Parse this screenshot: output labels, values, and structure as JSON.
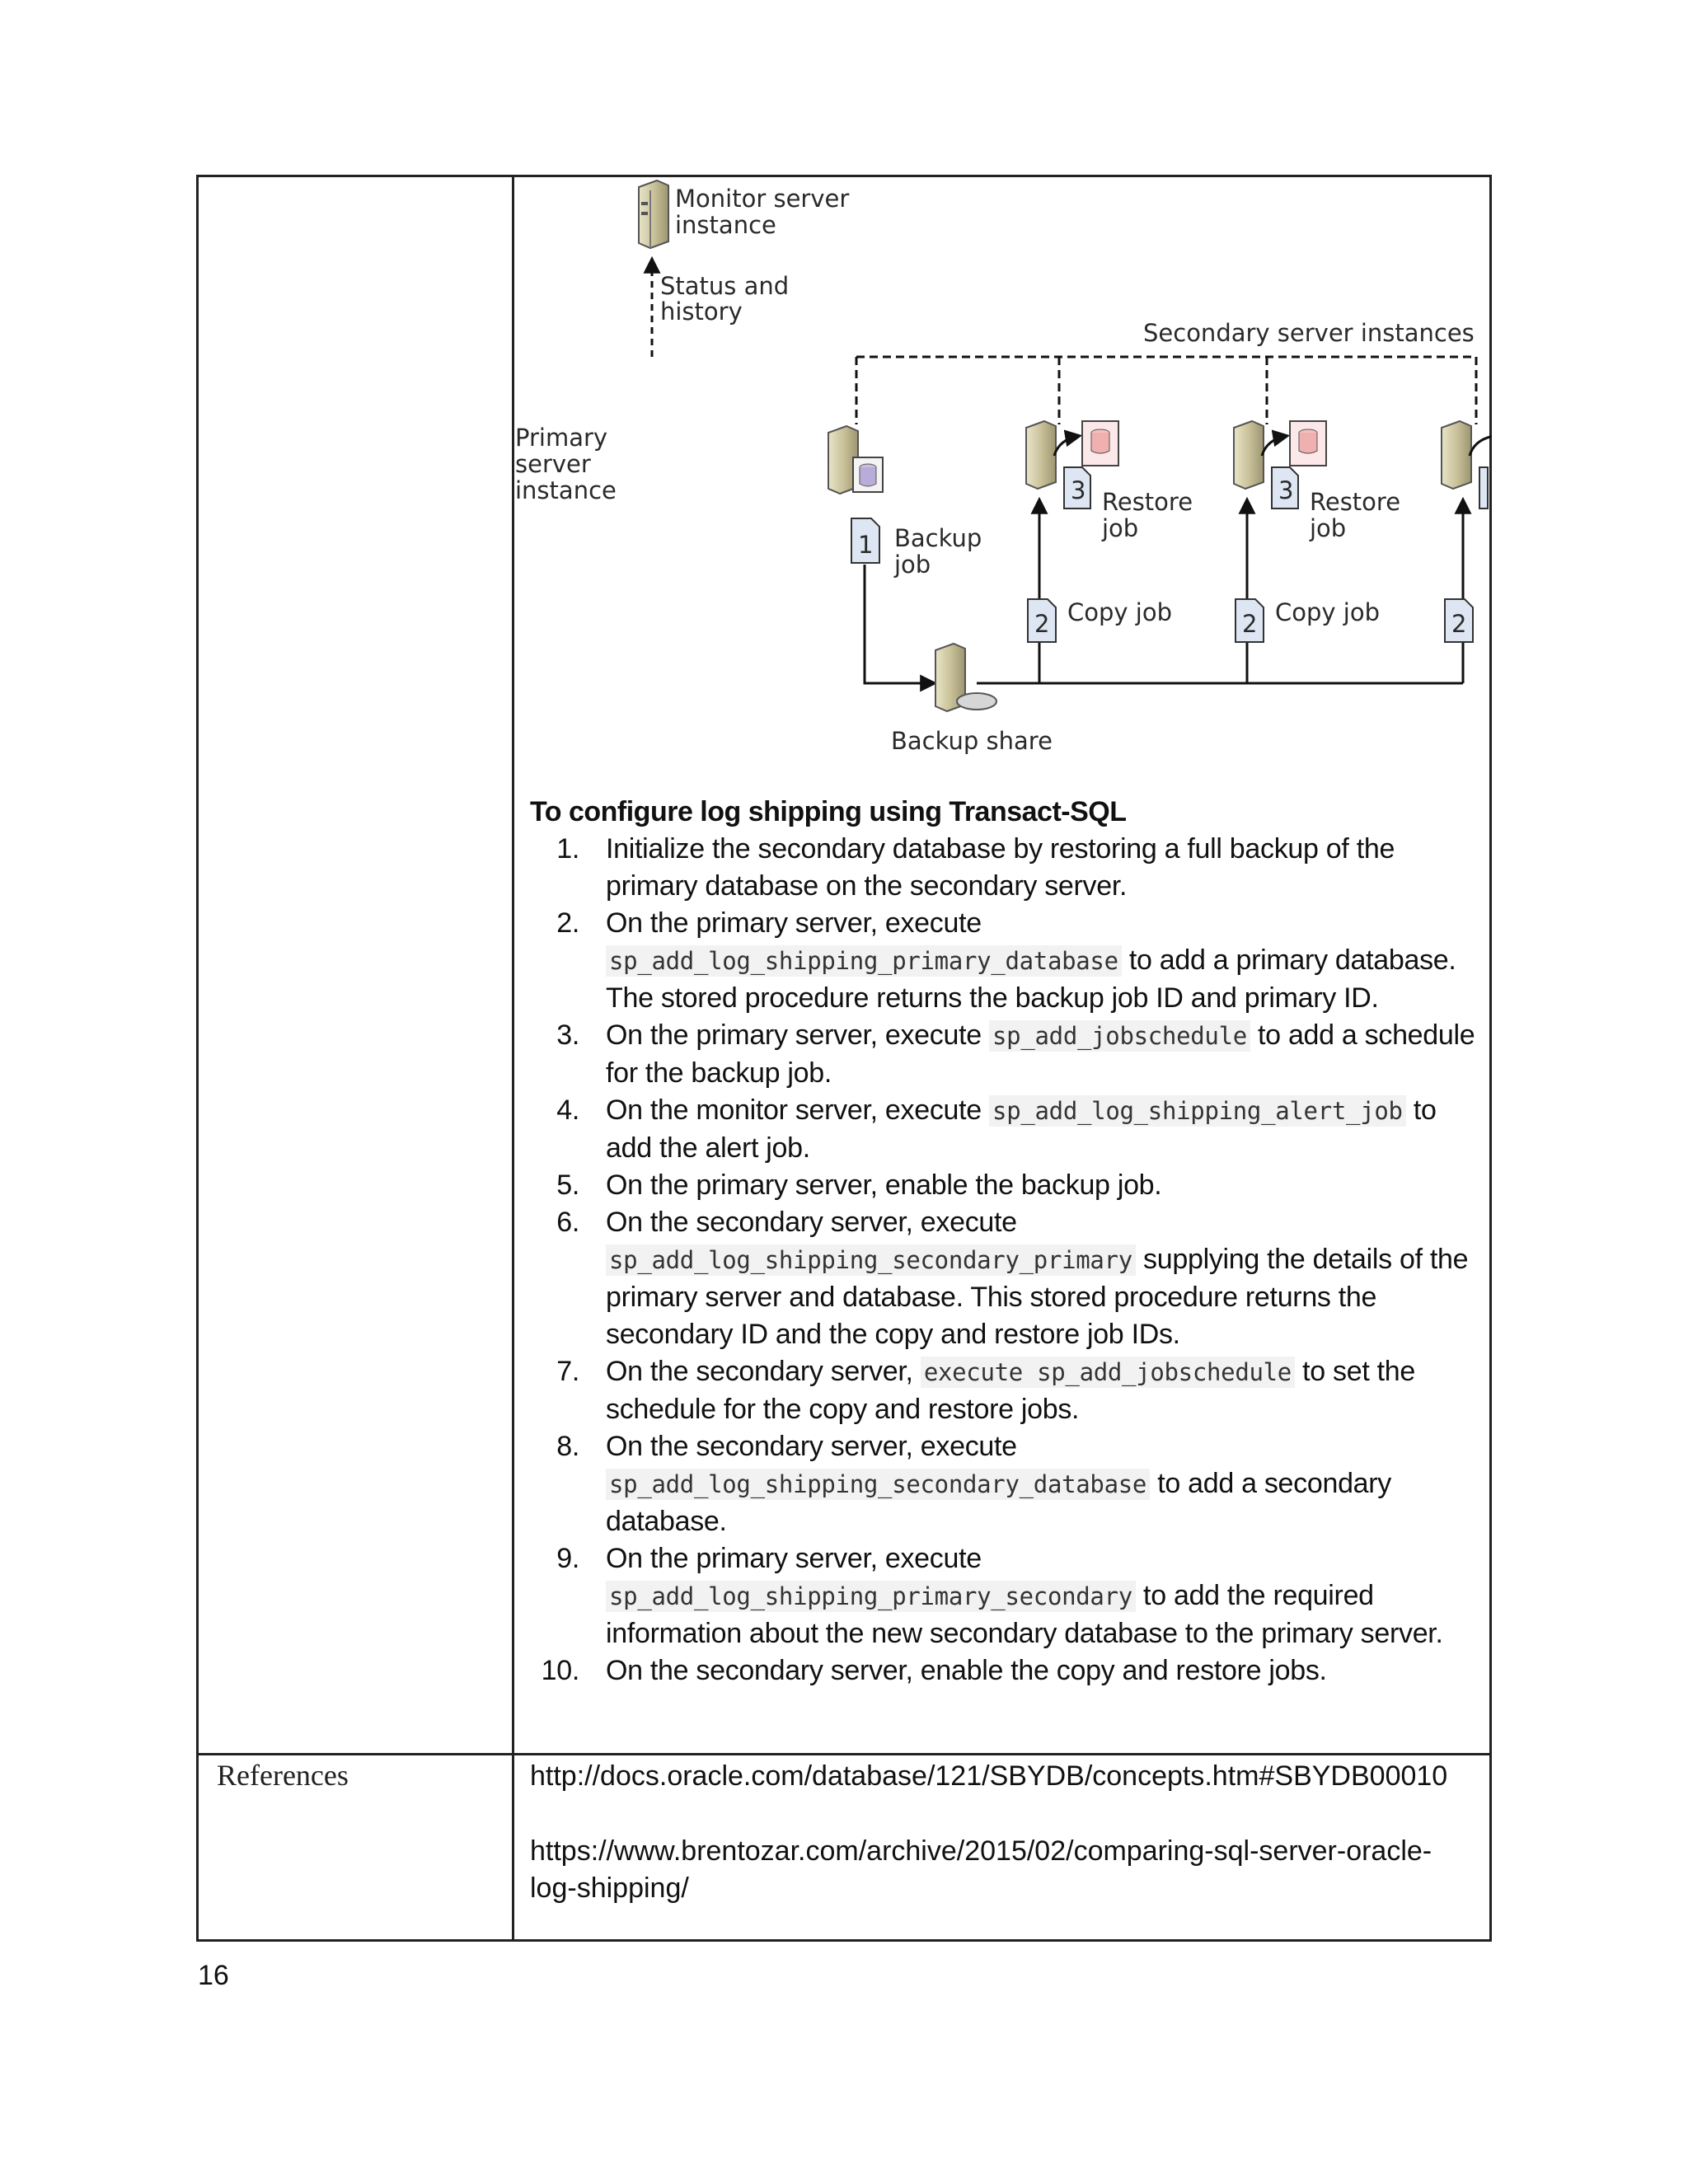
{
  "diagram": {
    "monitor_label_1": "Monitor server",
    "monitor_label_2": "instance",
    "status_label_1": "Status and",
    "status_label_2": "history",
    "secondary_instances_label": "Secondary server instances",
    "primary_label_1": "Primary",
    "primary_label_2": "server",
    "primary_label_3": "instance",
    "backup_job_num": "1",
    "backup_job_label_1": "Backup",
    "backup_job_label_2": "job",
    "restore_job_num": "3",
    "restore_job_label_1": "Restore",
    "restore_job_label_2": "job",
    "copy_job_num": "2",
    "copy_job_label": "Copy job",
    "backup_share_label": "Backup share"
  },
  "config": {
    "title": "To configure log shipping using Transact-SQL",
    "steps": [
      {
        "num": "1.",
        "pre": "Initialize the secondary database by restoring a full backup of the primary database on the secondary server.",
        "code": "",
        "post": ""
      },
      {
        "num": "2.",
        "pre": "On the primary server, execute ",
        "code": "sp_add_log_shipping_primary_database",
        "post": " to add a primary database. The stored procedure returns the backup job ID and primary ID."
      },
      {
        "num": "3.",
        "pre": "On the primary server, execute ",
        "code": "sp_add_jobschedule",
        "post": " to add a schedule for the backup job."
      },
      {
        "num": "4.",
        "pre": "On the monitor server, execute ",
        "code": "sp_add_log_shipping_alert_job",
        "post": " to add the alert job."
      },
      {
        "num": "5.",
        "pre": "On the primary server, enable the backup job.",
        "code": "",
        "post": ""
      },
      {
        "num": "6.",
        "pre": "On the secondary server, execute ",
        "code": "sp_add_log_shipping_secondary_primary",
        "post": " supplying the details of the primary server and database. This stored procedure returns the secondary ID and the copy and restore job IDs."
      },
      {
        "num": "7.",
        "pre": "On the secondary server, ",
        "code": "execute sp_add_jobschedule",
        "post": " to set the schedule for the copy and restore jobs."
      },
      {
        "num": "8.",
        "pre": "On the secondary server, execute ",
        "code": "sp_add_log_shipping_secondary_database",
        "post": " to add a secondary database."
      },
      {
        "num": "9.",
        "pre": "On the primary server, execute ",
        "code": "sp_add_log_shipping_primary_secondary",
        "post": " to add the required information about the new secondary database to the primary server."
      },
      {
        "num": "10.",
        "pre": "On the secondary server, enable the copy and restore jobs.",
        "code": "",
        "post": ""
      }
    ]
  },
  "references": {
    "label": "References",
    "link_1": "http://docs.oracle.com/database/121/SBYDB/concepts.htm#SBYDB00010",
    "link_2": "https://www.brentozar.com/archive/2015/02/comparing-sql-server-oracle-log-shipping/"
  },
  "page_number": "16"
}
